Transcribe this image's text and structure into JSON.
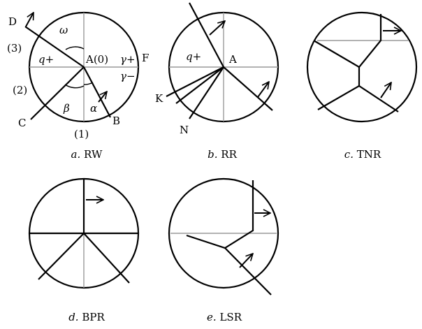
{
  "panels": [
    {
      "id": "a",
      "caption_letter": "a.",
      "caption_name": "RW",
      "labels": {
        "D": "D",
        "omega": "ω",
        "region3": "(3)",
        "q_plus": "q+",
        "A0": "A(0)",
        "gamma_plus": "γ+",
        "F": "F",
        "region2": "(2)",
        "gamma_minus": "γ−",
        "C": "C",
        "beta": "β",
        "alpha": "α",
        "B": "B",
        "region1": "(1)"
      }
    },
    {
      "id": "b",
      "caption_letter": "b.",
      "caption_name": "RR",
      "labels": {
        "q_plus": "q+",
        "A": "A",
        "K": "K",
        "N": "N"
      }
    },
    {
      "id": "c",
      "caption_letter": "c.",
      "caption_name": "TNR"
    },
    {
      "id": "d",
      "caption_letter": "d.",
      "caption_name": "BPR"
    },
    {
      "id": "e",
      "caption_letter": "e.",
      "caption_name": "LSR"
    }
  ]
}
